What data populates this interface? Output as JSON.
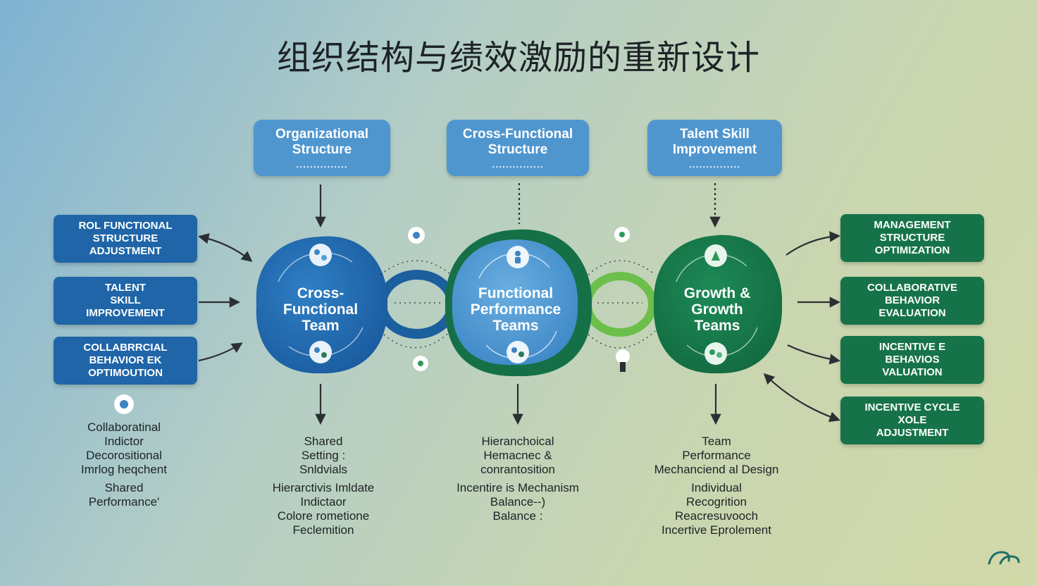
{
  "title": "组织结构与绩效激励的重新设计",
  "top_boxes": [
    {
      "line1": "Organizational",
      "line2": "Structure",
      "dots": "..............."
    },
    {
      "line1": "Cross-Functional",
      "line2": "Structure",
      "dots": "..............."
    },
    {
      "line1": "Talent Skill",
      "line2": "Improvement",
      "dots": "..............."
    }
  ],
  "left_boxes": [
    "ROL FUNCTIONAL\nSTRUCTURE\nADJUSTMENT",
    "TALENT\nSKILL\nIMPROVEMENT",
    "COLLABRRCIAL\nBEHAVIOR EK\nOPTIMOUTION"
  ],
  "right_boxes": [
    "MANAGEMENT\nSTRUCTURE\nOPTIMIZATION",
    "COLLABORATIVE\nBEHAVIOR\nEVALUATION",
    "INCENTIVE E\nBEHAVIOS\nVALUATION",
    "INCENTIVE CYCLE\nXOLE\nADJUSTMENT"
  ],
  "circles": [
    {
      "label": "Cross-\nFunctional\nTeam"
    },
    {
      "label": "Functional\nPerformance\nTeams"
    },
    {
      "label": "Growth &\nGrowth\nTeams"
    }
  ],
  "left_text": {
    "g1": [
      "Collaboratinal",
      "Indictor",
      "Decorositional",
      "Imrlog heqchent"
    ],
    "g2": [
      "Shared",
      "Performance'"
    ]
  },
  "bottom_texts": [
    {
      "g1": [
        "Shared",
        "Setting :",
        "Snldvials"
      ],
      "g2": [
        "Hierarctivis Imldate",
        "Indictaor",
        "Colore rometione",
        "Feclemition"
      ]
    },
    {
      "g1": [
        "Hieranchoical",
        "Hemacnec &",
        "conrantosition"
      ],
      "g2": [
        "Incentire is Mechanism",
        "Balance--)",
        "Balance :"
      ]
    },
    {
      "g1": [
        "Team",
        "Performance",
        "Mechanciend al Design"
      ],
      "g2": [
        "Individual",
        "Recogrition",
        "Reacresuvooch",
        "Incertive Eprolement"
      ]
    }
  ],
  "colors": {
    "blue_dark": "#1f65a8",
    "blue_light": "#4f96cf",
    "green_dark": "#167349",
    "green_light": "#6cbf4a"
  }
}
